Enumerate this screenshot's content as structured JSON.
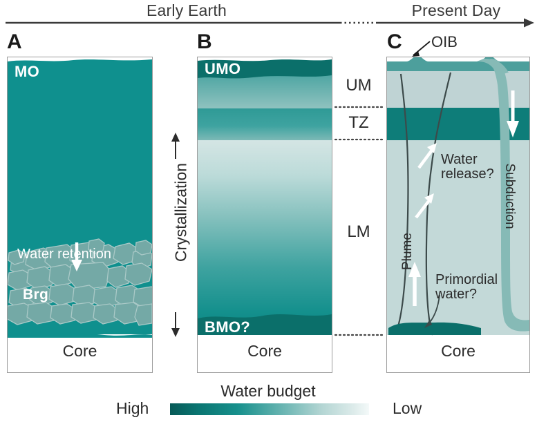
{
  "timeline": {
    "early_label": "Early Earth",
    "present_label": "Present Day"
  },
  "panels": [
    {
      "letter": "A",
      "layers": [
        {
          "name": "MO",
          "label": "MO",
          "description": "magma ocean"
        }
      ],
      "annotations": [
        {
          "name": "water-retention",
          "label": "Water retention"
        },
        {
          "name": "bridgmanite",
          "label": "Brg"
        }
      ],
      "core_label": "Core"
    },
    {
      "letter": "B",
      "layers": [
        {
          "name": "UMO",
          "label": "UMO",
          "description": "upper magma ocean"
        },
        {
          "name": "BMO",
          "label": "BMO?",
          "description": "basal magma ocean"
        }
      ],
      "core_label": "Core"
    },
    {
      "letter": "C",
      "annotations": [
        {
          "name": "oib",
          "label": "OIB"
        },
        {
          "name": "subduction",
          "label": "Subduction"
        },
        {
          "name": "plume",
          "label": "Plume"
        },
        {
          "name": "water-release",
          "label": "Water\nrelease?"
        },
        {
          "name": "water-release-line1",
          "label": "Water"
        },
        {
          "name": "water-release-line2",
          "label": "release?"
        },
        {
          "name": "primordial-water-line1",
          "label": "Primordial"
        },
        {
          "name": "primordial-water-line2",
          "label": "water?"
        }
      ],
      "core_label": "Core"
    }
  ],
  "layer_labels": [
    {
      "name": "upper-mantle",
      "label": "UM"
    },
    {
      "name": "transition-zone",
      "label": "TZ"
    },
    {
      "name": "lower-mantle",
      "label": "LM"
    }
  ],
  "crystallization": {
    "label": "Crystallization",
    "arrow_up": "↑",
    "arrow_down": "↓"
  },
  "legend": {
    "title": "Water budget",
    "high_label": "High",
    "low_label": "Low"
  },
  "colors": {
    "magma_ocean_teal": "#0f908e",
    "dark_teal": "#0b6f6a",
    "mid_teal": "#3ea3a0",
    "pale_teal": "#c3d9d8",
    "slab_teal": "#7bb6b2",
    "crystal_fill": "#74a9a6",
    "frame_gray": "#9b9b9b",
    "text_dark": "#2b2b2b",
    "white": "#ffffff"
  }
}
